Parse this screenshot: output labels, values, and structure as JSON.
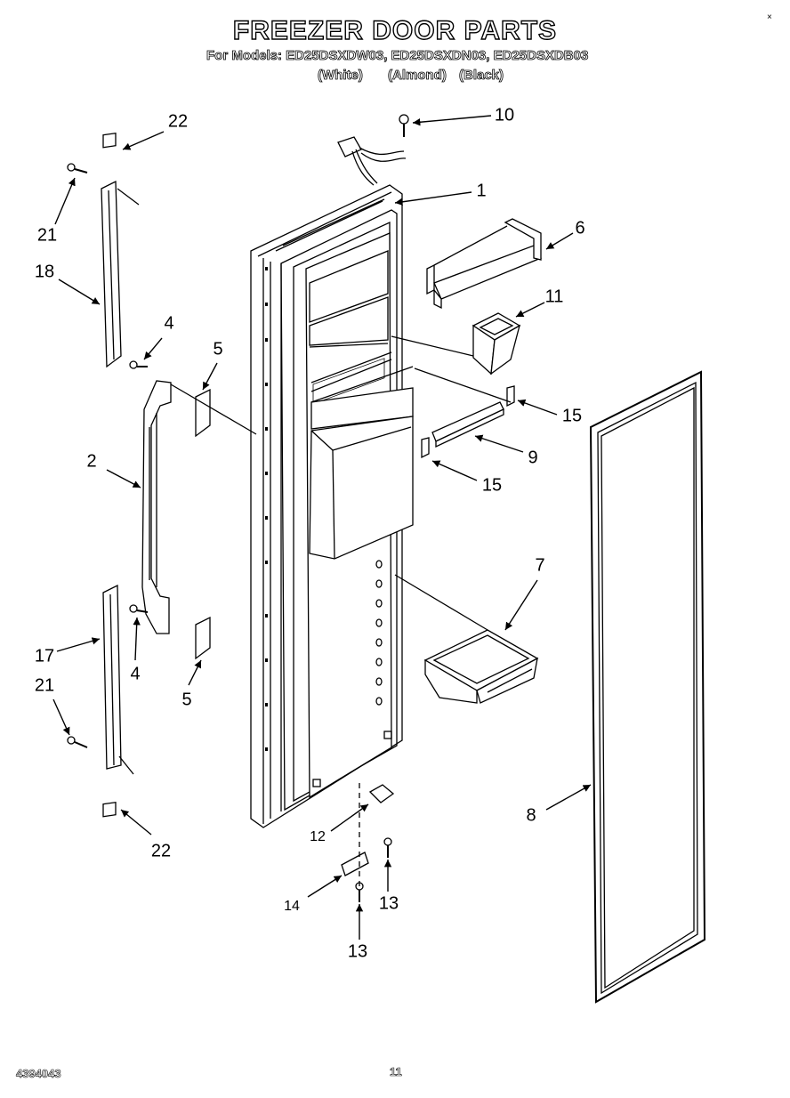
{
  "title": "FREEZER DOOR PARTS",
  "subtitle": "For Models: ED25DSXDW03, ED25DSXDN03, ED25DSXDB03",
  "colors": [
    "(White)",
    "(Almond)",
    "(Black)"
  ],
  "callouts": [
    {
      "id": "c22a",
      "label": "22"
    },
    {
      "id": "c10",
      "label": "10"
    },
    {
      "id": "c1",
      "label": "1"
    },
    {
      "id": "c21a",
      "label": "21"
    },
    {
      "id": "c18",
      "label": "18"
    },
    {
      "id": "c6",
      "label": "6"
    },
    {
      "id": "c11",
      "label": "11"
    },
    {
      "id": "c4a",
      "label": "4"
    },
    {
      "id": "c5a",
      "label": "5"
    },
    {
      "id": "c15a",
      "label": "15"
    },
    {
      "id": "c2",
      "label": "2"
    },
    {
      "id": "c9",
      "label": "9"
    },
    {
      "id": "c15b",
      "label": "15"
    },
    {
      "id": "c7",
      "label": "7"
    },
    {
      "id": "c17",
      "label": "17"
    },
    {
      "id": "c4b",
      "label": "4"
    },
    {
      "id": "c21b",
      "label": "21"
    },
    {
      "id": "c5b",
      "label": "5"
    },
    {
      "id": "c8",
      "label": "8"
    },
    {
      "id": "c12",
      "label": "12"
    },
    {
      "id": "c22b",
      "label": "22"
    },
    {
      "id": "c13a",
      "label": "13"
    },
    {
      "id": "c14",
      "label": "14"
    },
    {
      "id": "c13b",
      "label": "13"
    }
  ],
  "footer": {
    "doc_number": "4394043",
    "page_number": "11"
  }
}
